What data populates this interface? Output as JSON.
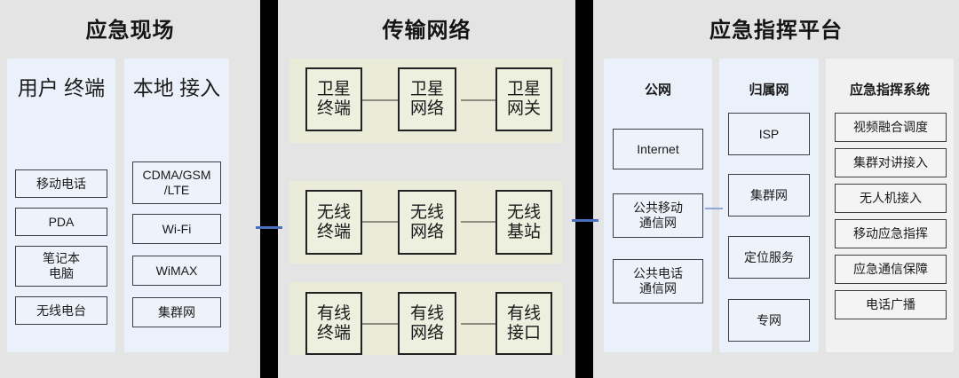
{
  "panels": {
    "scene": {
      "title": "应急现场",
      "columns": [
        {
          "title": "用户\n终端",
          "items": [
            "移动电话",
            "PDA",
            "笔记本\n电脑",
            "无线电台"
          ]
        },
        {
          "title": "本地\n接入",
          "items": [
            "CDMA/GSM\n/LTE",
            "Wi-Fi",
            "WiMAX",
            "集群网"
          ]
        }
      ]
    },
    "network": {
      "title": "传输网络",
      "groups": [
        {
          "name": "satellite",
          "items": [
            "卫星\n终端",
            "卫星\n网络",
            "卫星\n网关"
          ]
        },
        {
          "name": "wireless",
          "items": [
            "无线\n终端",
            "无线\n网络",
            "无线\n基站"
          ]
        },
        {
          "name": "wired",
          "items": [
            "有线\n终端",
            "有线\n网络",
            "有线\n接口"
          ]
        }
      ]
    },
    "platform": {
      "title": "应急指挥平台",
      "columns": [
        {
          "title": "公网",
          "items": [
            "Internet",
            "公共移动\n通信网",
            "公共电话\n通信网"
          ]
        },
        {
          "title": "归属网",
          "items": [
            "ISP",
            "集群网",
            "定位服务",
            "专网"
          ]
        },
        {
          "title": "应急指挥系统",
          "items": [
            "视频融合调度",
            "集群对讲接入",
            "无人机接入",
            "移动应急指挥",
            "应急通信保障",
            "电话广播"
          ]
        }
      ]
    }
  },
  "colors": {
    "background": "#e4e4e4",
    "divider": "#000000",
    "link": "#4a6fbf",
    "card_blue": "#eaf1fa",
    "card_gray": "#f1f1f1",
    "band_olive": "#eaecd9",
    "box_border": "#3b3f45"
  }
}
